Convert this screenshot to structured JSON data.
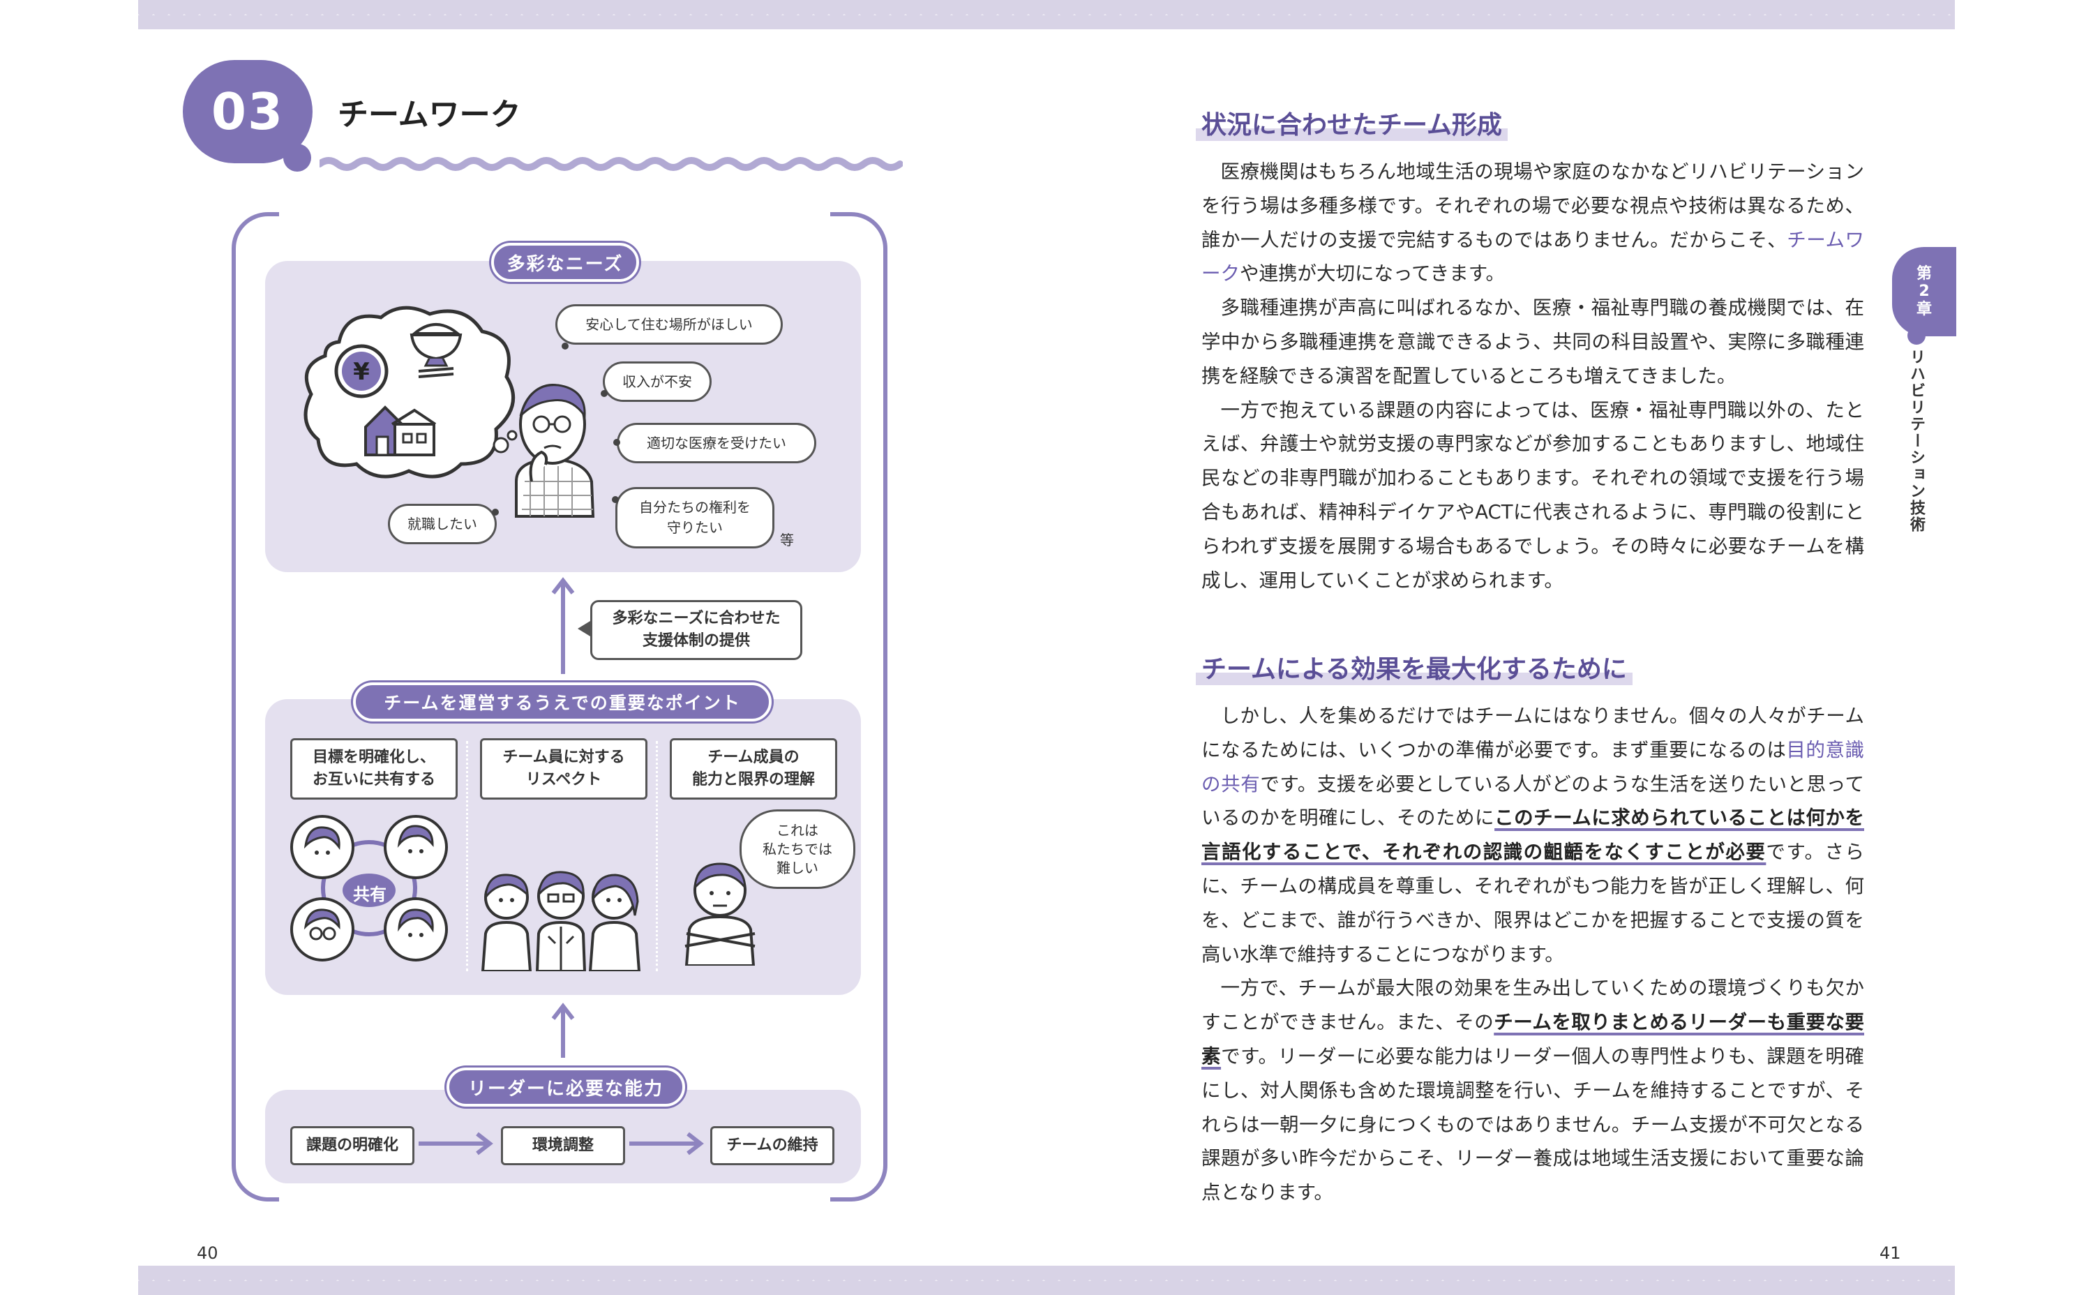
{
  "header_band": "",
  "left_page": {
    "section_number": "03",
    "section_title": "チームワーク",
    "diagram": {
      "needs_label": "多彩なニーズ",
      "bubbles": {
        "housing": "安心して住む場所がほしい",
        "income": "収入が不安",
        "medical": "適切な医療を受けたい",
        "rights_line1": "自分たちの権利を",
        "rights_line2": "守りたい",
        "job": "就職したい",
        "etc": "等"
      },
      "provision_line1": "多彩なニーズに合わせた",
      "provision_line2": "支援体制の提供",
      "team_points_label": "チームを運営するうえでの重要なポイント",
      "points": [
        {
          "line1": "目標を明確化し、",
          "line2": "お互いに共有する"
        },
        {
          "line1": "チーム員に対する",
          "line2": "リスペクト"
        },
        {
          "line1": "チーム成員の",
          "line2": "能力と限界の理解"
        }
      ],
      "share_label": "共有",
      "difficult_line1": "これは",
      "difficult_line2": "私たちでは",
      "difficult_line3": "難しい",
      "leader_label": "リーダーに必要な能力",
      "leader_steps": [
        "課題の明確化",
        "環境調整",
        "チームの維持"
      ]
    },
    "page_number": "40"
  },
  "right_page": {
    "heading1": "状況に合わせたチーム形成",
    "p1_a": "医療機関はもちろん地域生活の現場や家庭のなかなどリハビリテーションを行う場は多種多様です。それぞれの場で必要な視点や技術は異なるため、誰か一人だけの支援で完結するものではありません。だからこそ、",
    "p1_kw": "チームワーク",
    "p1_b": "や連携が大切になってきます。",
    "p2": "多職種連携が声高に叫ばれるなか、医療・福祉専門職の養成機関では、在学中から多職種連携を意識できるよう、共同の科目設置や、実際に多職種連携を経験できる演習を配置しているところも増えてきました。",
    "p3": "一方で抱えている課題の内容によっては、医療・福祉専門職以外の、たとえば、弁護士や就労支援の専門家などが参加することもありますし、地域住民などの非専門職が加わることもあります。それぞれの領域で支援を行う場合もあれば、精神科デイケアやACTに代表されるように、専門職の役割にとらわれず支援を展開する場合もあるでしょう。その時々に必要なチームを構成し、運用していくことが求められます。",
    "heading2": "チームによる効果を最大化するために",
    "p4_a": "しかし、人を集めるだけではチームにはなりません。個々の人々がチームになるためには、いくつかの準備が必要です。まず重要になるのは",
    "p4_kw": "目的意識の共有",
    "p4_b": "です。支援を必要としている人がどのような生活を送りたいと思っているのかを明確にし、そのために",
    "p4_em": "このチームに求められていることは何かを言語化することで、それぞれの認識の齟齬をなくすことが必要",
    "p4_c": "です。さらに、チームの構成員を尊重し、それぞれがもつ能力を皆が正しく理解し、何を、どこまで、誰が行うべきか、限界はどこかを把握することで支援の質を高い水準で維持することにつながります。",
    "p5_a": "一方で、チームが最大限の効果を生み出していくための環境づくりも欠かすことができません。また、その",
    "p5_em": "チームを取りまとめるリーダーも重要な要素",
    "p5_b": "です。リーダーに必要な能力はリーダー個人の専門性よりも、課題を明確にし、対人関係も含めた環境調整を行い、チームを維持することですが、それらは一朝一夕に身につくものではありません。チーム支援が不可欠となる課題が多い昨今だからこそ、リーダー養成は地域生活支援において重要な論点となります。",
    "chapter_tab": {
      "line1": "第",
      "line2": "2",
      "line3": "章"
    },
    "chapter_title": "リハビリテーション技術",
    "page_number": "41"
  },
  "colors": {
    "accent": "#7e72b4",
    "panel": "#e4e0ef",
    "band": "#d8d3e6"
  }
}
